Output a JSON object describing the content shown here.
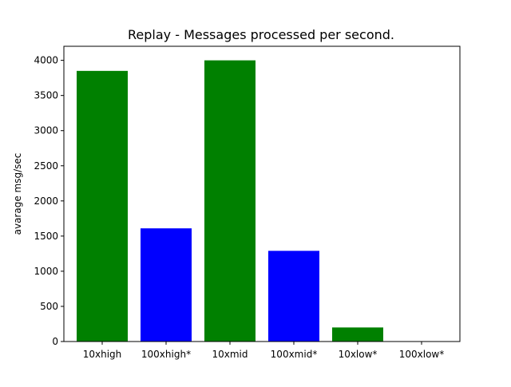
{
  "chart_data": {
    "type": "bar",
    "title": "Replay - Messages processed per second.",
    "xlabel": "",
    "ylabel": "avarage msg/sec",
    "categories": [
      "10xhigh",
      "100xhigh*",
      "10xmid",
      "100xmid*",
      "10xlow*",
      "100xlow*"
    ],
    "values": [
      3850,
      1610,
      4000,
      1290,
      200,
      0
    ],
    "bar_colors": [
      "#008000",
      "#0000ff",
      "#008000",
      "#0000ff",
      "#008000",
      "#0000ff"
    ],
    "ylim": [
      0,
      4200
    ],
    "yticks": [
      0,
      500,
      1000,
      1500,
      2000,
      2500,
      3000,
      3500,
      4000
    ],
    "grid": false,
    "legend": "none"
  }
}
